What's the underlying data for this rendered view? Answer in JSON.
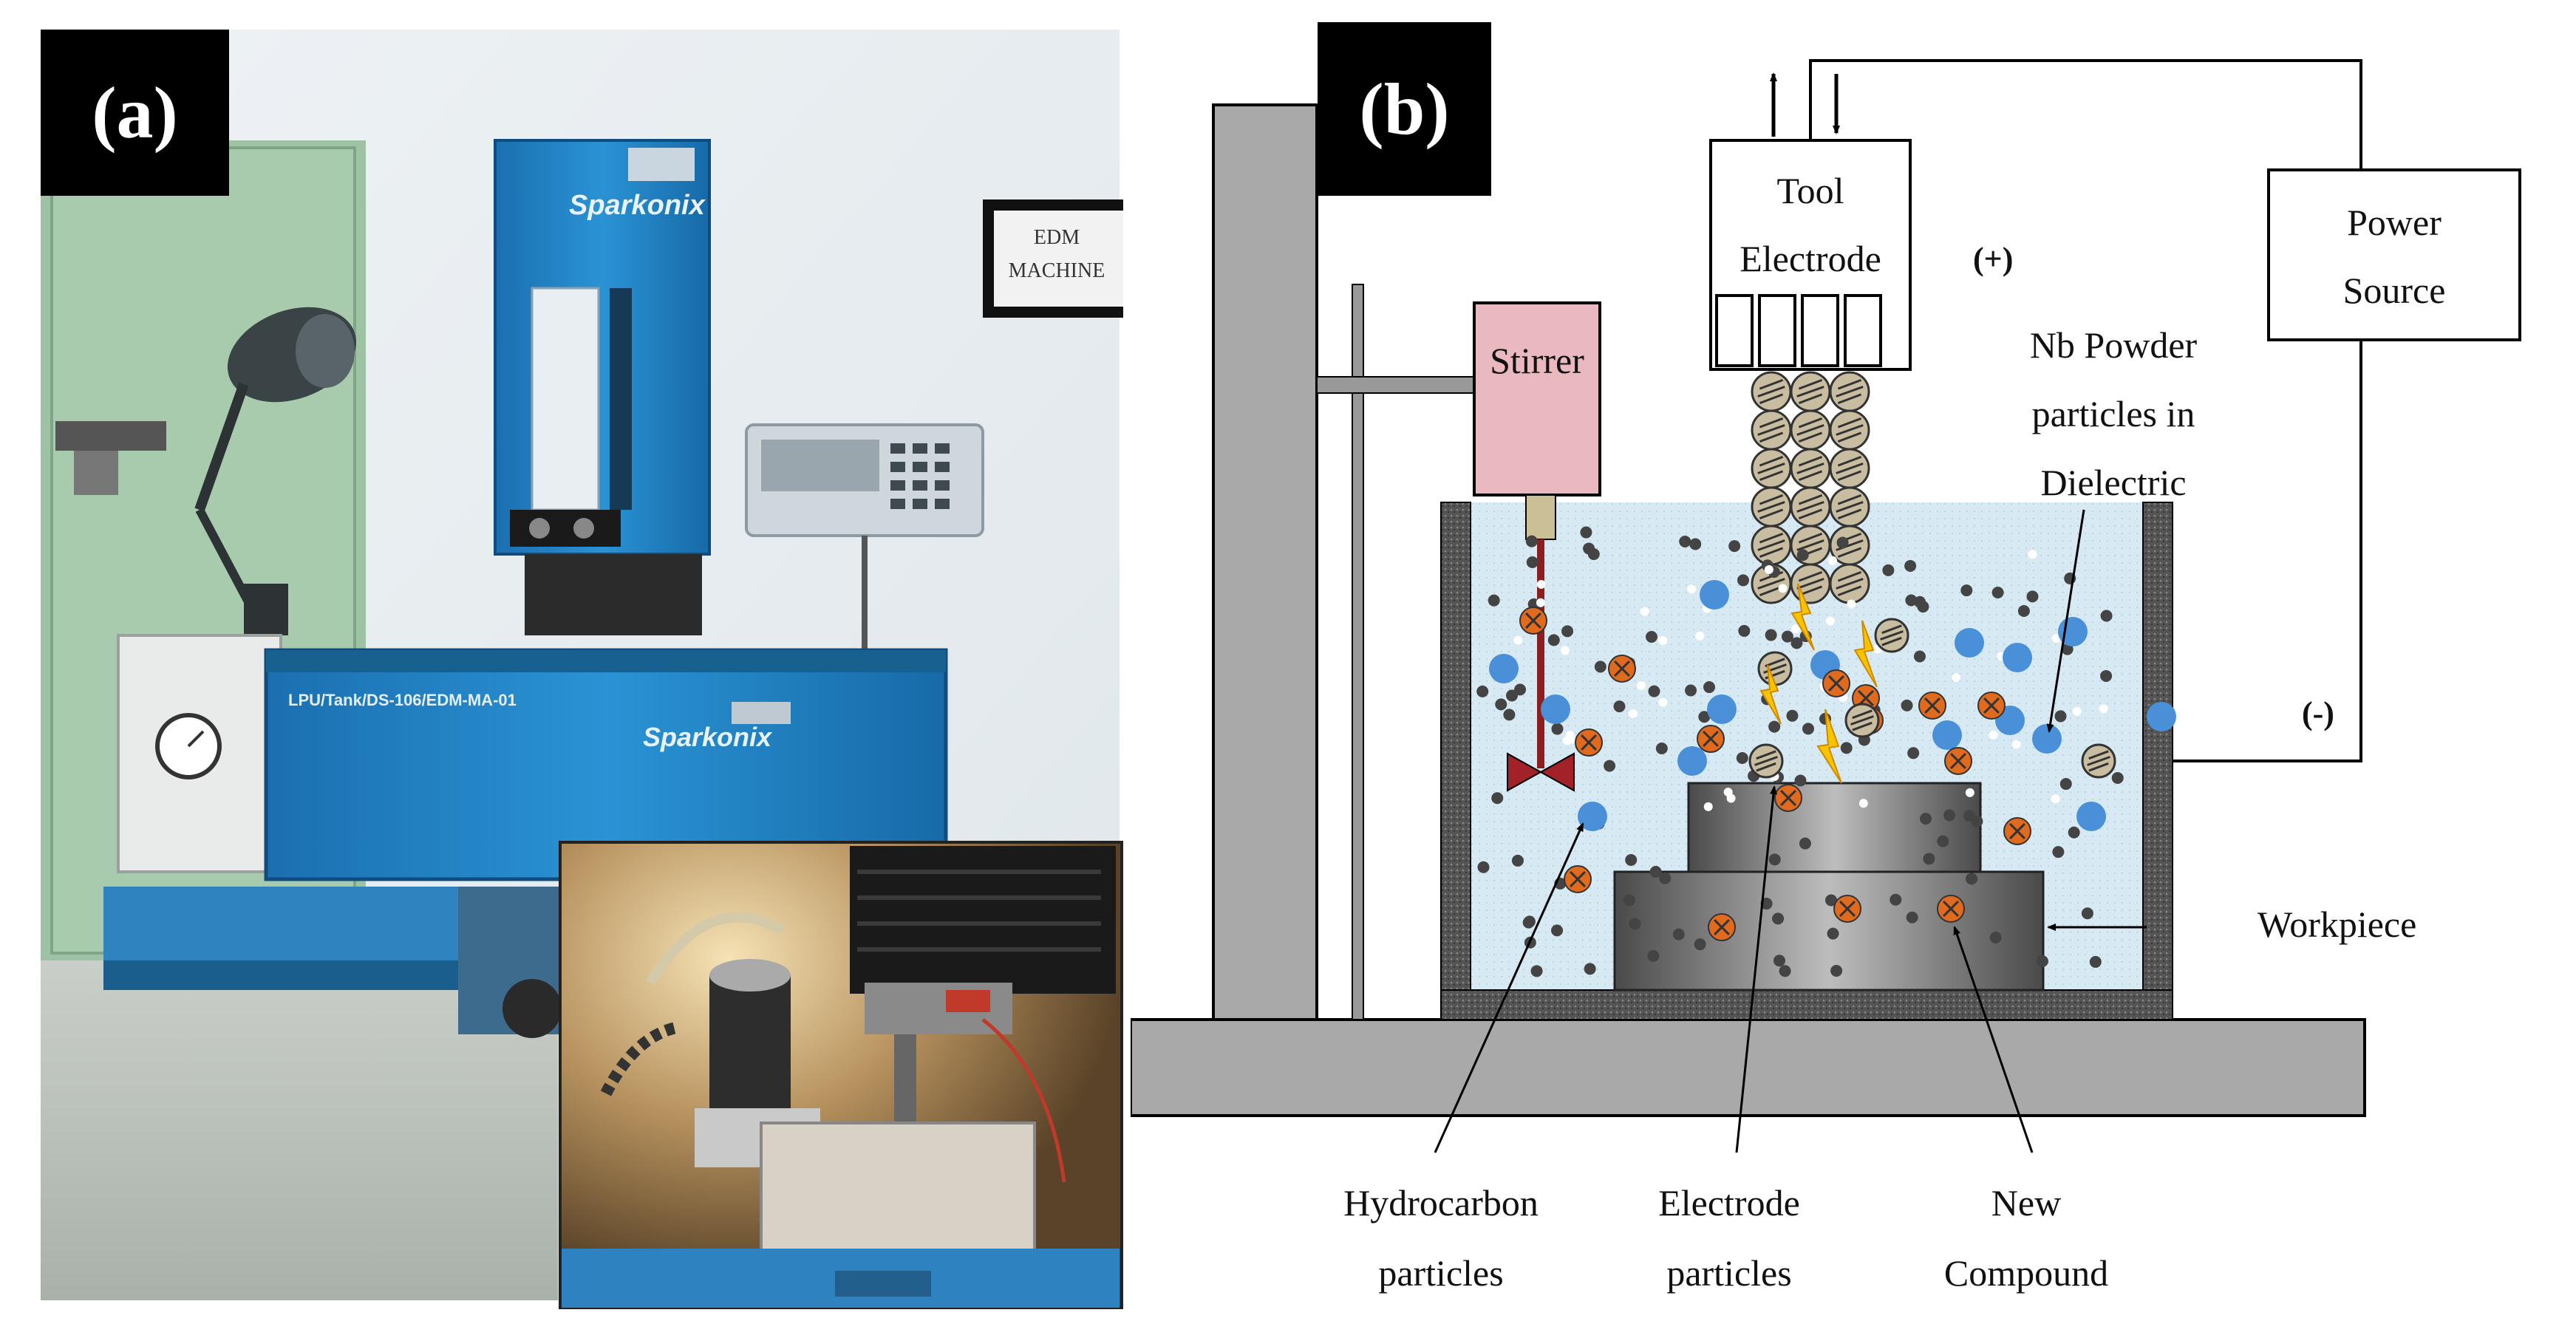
{
  "panel_a": {
    "label": "(a)",
    "brand_top": "Sparkonix",
    "brand_front": "Sparkonix",
    "tank_plate": "LPU/Tank/DS-106/EDM-MA-01",
    "wall_sign": "EDM MACHINE"
  },
  "panel_b": {
    "label": "(b)",
    "tool_line1": "Tool",
    "tool_line2": "Electrode",
    "tool_polarity": "(+)",
    "power_line1": "Power",
    "power_line2": "Source",
    "power_polarity": "(-)",
    "stirrer": "Stirrer",
    "nb_line1": "Nb Powder",
    "nb_line2": "particles in",
    "nb_line3": "Dielectric",
    "workpiece": "Workpiece",
    "hydro_line1": "Hydrocarbon",
    "hydro_line2": "particles",
    "electrode_line1": "Electrode",
    "electrode_line2": "particles",
    "compound_line1": "New",
    "compound_line2": "Compound"
  },
  "colors": {
    "machine_blue": "#1f86c8",
    "stirrer_pink": "#e9b9bf",
    "dielectric": "#d7e9f3",
    "frame_gray": "#a9a9a9",
    "hydro_blue": "#4a90d9",
    "compound_orange": "#e06a1e",
    "electrode_tan": "#c8bda0",
    "spark_yellow": "#f7c400"
  }
}
